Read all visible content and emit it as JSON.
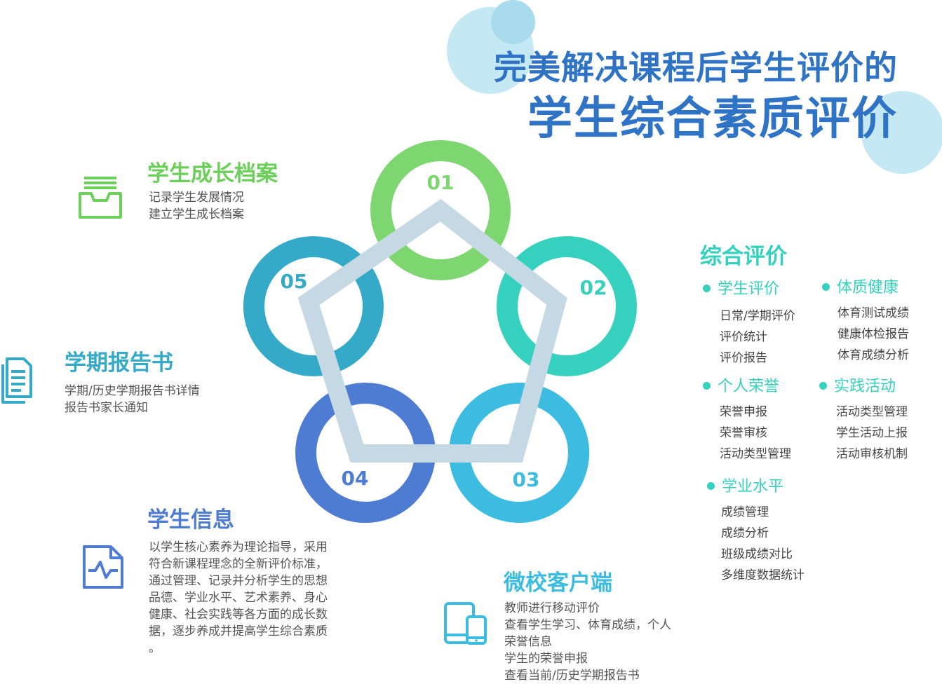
{
  "header": {
    "line1": "完美解决课程后学生评价的",
    "line2": "学生综合素质评价"
  },
  "wheel": {
    "rings": [
      {
        "label": "01",
        "color": "#7dd66f"
      },
      {
        "label": "02",
        "color": "#35d0be"
      },
      {
        "label": "03",
        "color": "#3bbce0"
      },
      {
        "label": "04",
        "color": "#4d7cd2"
      },
      {
        "label": "05",
        "color": "#34aac8"
      }
    ],
    "connector_color": "#c5d9e4"
  },
  "sections": {
    "archive": {
      "title": "学生成长档案",
      "color": "#6ccf5a",
      "icon": "inbox-tray-icon",
      "lines": [
        "记录学生发展情况",
        "建立学生成长档案"
      ]
    },
    "report": {
      "title": "学期报告书",
      "color": "#34aac8",
      "icon": "document-lines-icon",
      "lines": [
        "学期/历史学期报告书详情",
        "报告书家长通知"
      ]
    },
    "info": {
      "title": "学生信息",
      "color": "#4d7cd2",
      "icon": "file-pulse-icon",
      "lines": [
        "以学生核心素养为理论指导，采用",
        "符合新课程理念的全新评价标准，",
        "通过管理、记录并分析学生的思想",
        "品德、学业水平、艺术素养、身心",
        "健康、社会实践等各方面的成长数",
        "据，逐步养成并提高学生综合素质",
        "。"
      ]
    },
    "client": {
      "title": "微校客户端",
      "color": "#3bbce0",
      "icon": "tablet-phone-icon",
      "lines": [
        "教师进行移动评价",
        "查看学生学习、体育成绩，个人",
        "荣誉信息",
        "学生的荣誉申报",
        "查看当前/历史学期报告书"
      ]
    },
    "comprehensive": {
      "title": "综合评价",
      "color": "#35d0be",
      "categories": [
        {
          "title": "学生评价",
          "items": [
            "日常/学期评价",
            "评价统计",
            "评价报告"
          ]
        },
        {
          "title": "体质健康",
          "items": [
            "体育测试成绩",
            "健康体检报告",
            "体育成绩分析"
          ]
        },
        {
          "title": "个人荣誉",
          "items": [
            "荣誉申报",
            "荣誉审核",
            "活动类型管理"
          ]
        },
        {
          "title": "实践活动",
          "items": [
            "活动类型管理",
            "学生活动上报",
            "活动审核机制"
          ]
        },
        {
          "title": "学业水平",
          "items": [
            "成绩管理",
            "成绩分析",
            "班级成绩对比",
            "多维度数据统计"
          ]
        }
      ]
    }
  }
}
